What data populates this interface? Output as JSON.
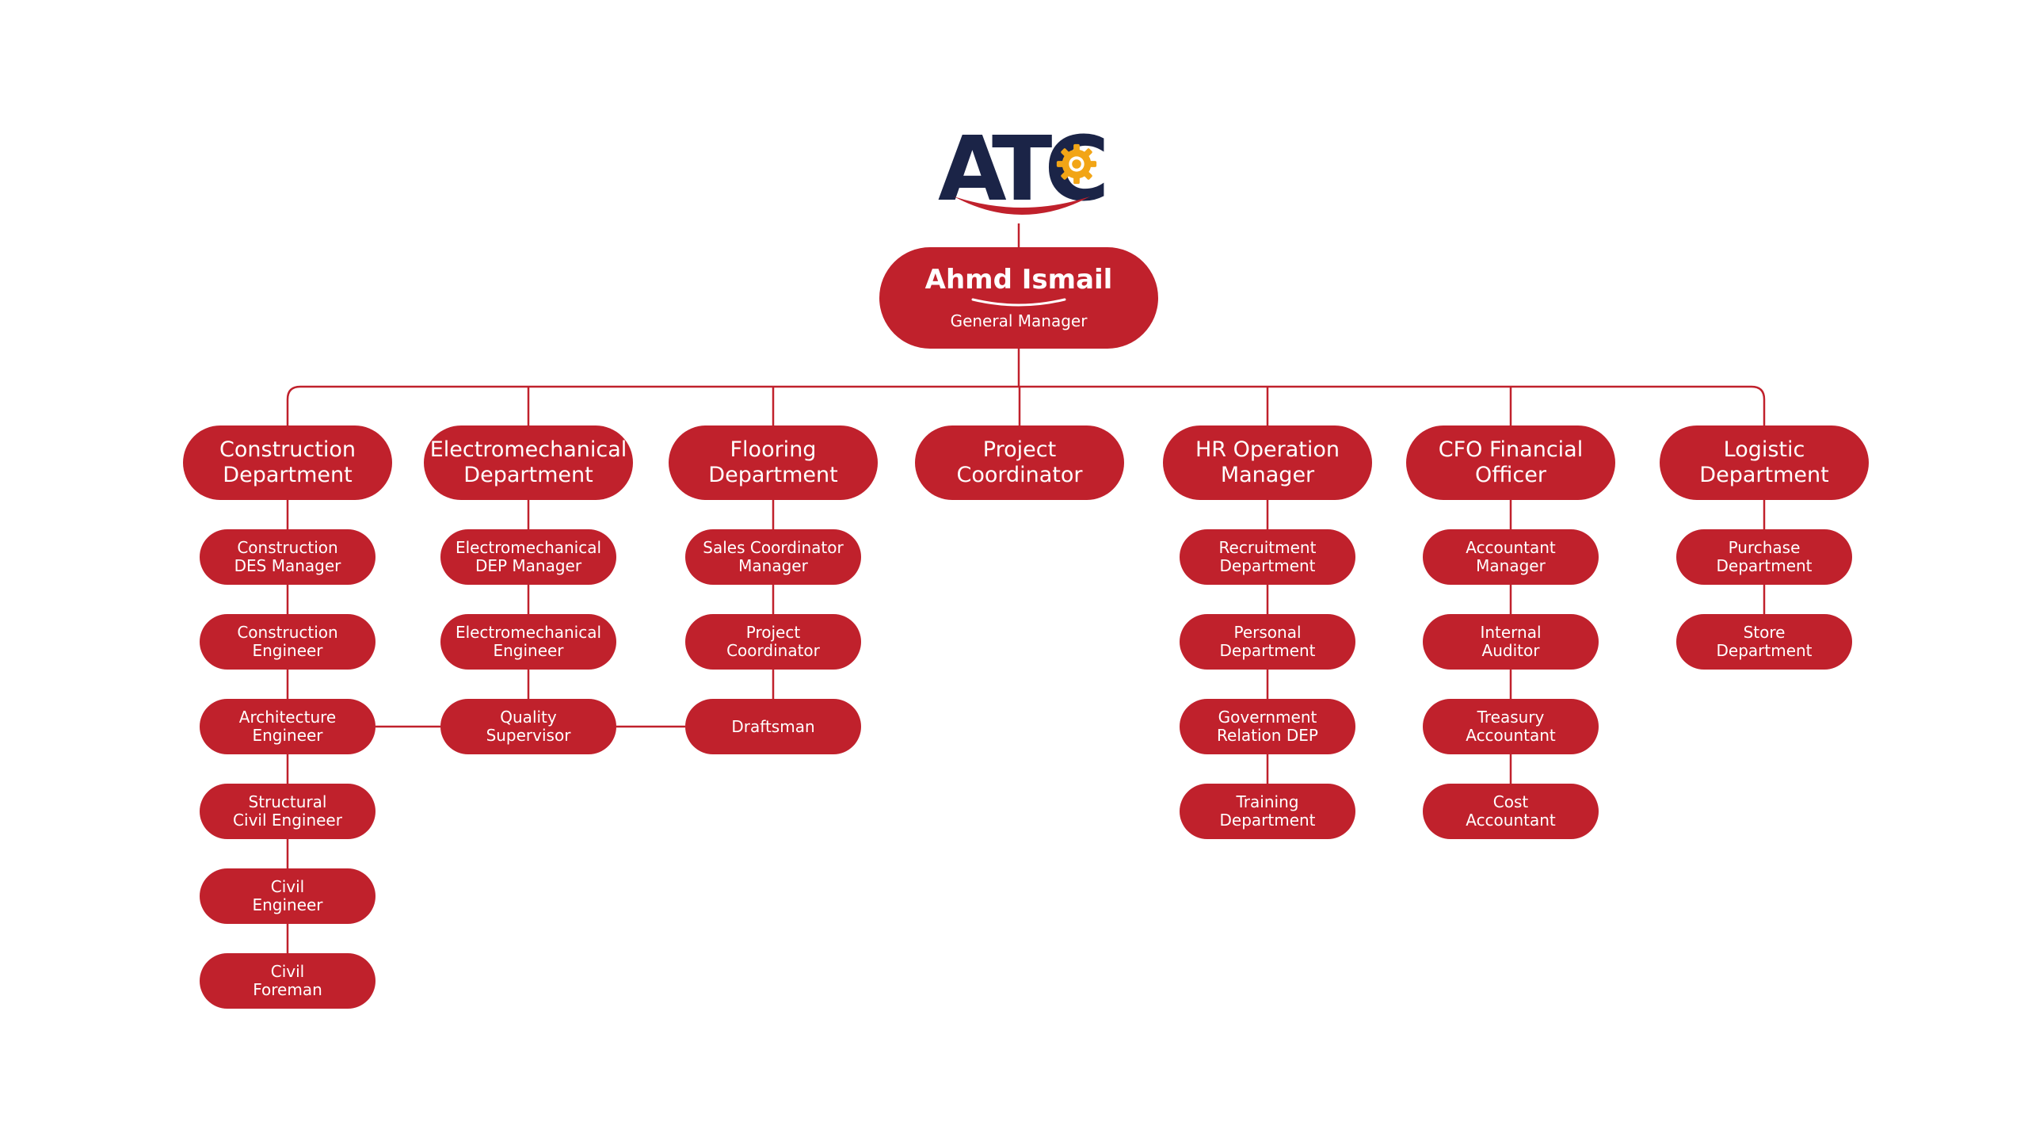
{
  "logo": {
    "text": "ATC",
    "icon": "gear-icon"
  },
  "root": {
    "name": "Ahmd Ismail",
    "title": "General Manager"
  },
  "departments": [
    {
      "label": "Construction\nDepartment",
      "children": [
        "Construction\nDES Manager",
        "Construction\nEngineer",
        "Architecture\nEngineer",
        "Structural\nCivil Engineer",
        "Civil\nEngineer",
        "Civil\nForeman"
      ]
    },
    {
      "label": "Electromechanical\nDepartment",
      "children": [
        "Electromechanical\nDEP Manager",
        "Electromechanical\nEngineer",
        "Quality\nSupervisor"
      ]
    },
    {
      "label": "Flooring\nDepartment",
      "children": [
        "Sales Coordinator\nManager",
        "Project\nCoordinator",
        "Draftsman"
      ]
    },
    {
      "label": "Project\nCoordinator",
      "children": []
    },
    {
      "label": "HR Operation\nManager",
      "children": [
        "Recruitment\nDepartment",
        "Personal\nDepartment",
        "Government\nRelation DEP",
        "Training\nDepartment"
      ]
    },
    {
      "label": "CFO Financial\nOfficer",
      "children": [
        "Accountant\nManager",
        "Internal\nAuditor",
        "Treasury\nAccountant",
        "Cost\nAccountant"
      ]
    },
    {
      "label": "Logistic\nDepartment",
      "children": [
        "Purchase\nDepartment",
        "Store\nDepartment"
      ]
    }
  ],
  "colors": {
    "node": "#c0212c",
    "line": "#c0212c",
    "logo_text": "#1b2447",
    "gear": "#f2a516"
  }
}
